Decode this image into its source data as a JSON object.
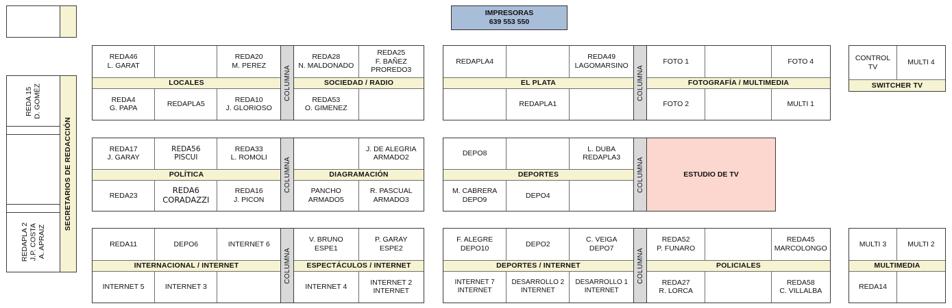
{
  "diagram": {
    "title_block": {
      "name": "IMPRESORAS",
      "numbers": "639  553  550"
    },
    "left_sidebar": {
      "top_empty_box": "",
      "label": "SECRETARIOS DE REDACCIÓN",
      "cells": [
        "REDA 15\nD. GOMÉZ",
        "",
        "",
        "",
        "REDAPLA 2\nJ.P. COSTA\nA. APRAIZ"
      ]
    },
    "groups": [
      {
        "id": "locales-sociedad",
        "divider": "COLUMNA",
        "left": {
          "label": "LOCALES",
          "top": [
            "REDA46\nL. GARAT",
            "",
            "REDA20\nM. PEREZ"
          ],
          "bottom": [
            "REDA4\nG. PAPA",
            "REDAPLA5",
            "REDA10\nJ. GLORIOSO"
          ]
        },
        "right": {
          "label": "SOCIEDAD / RADIO",
          "top": [
            "REDA28\nN. MALDONADO",
            "REDA25\nF. BAÑEZ\nPROREDO3"
          ],
          "bottom": [
            "REDA53\nO. GIMENEZ",
            ""
          ]
        }
      },
      {
        "id": "elplata-fotografia",
        "divider": "COLUMNA",
        "left": {
          "label": "EL PLATA",
          "top": [
            "REDAPLA4",
            "",
            "REDA49\nLAGOMARSINO"
          ],
          "bottom": [
            "",
            "REDAPLA1",
            ""
          ]
        },
        "right": {
          "label": "FOTOGRAFÍA / MULTIMEDIA",
          "top": [
            "FOTO 1",
            "",
            "FOTO 4"
          ],
          "bottom": [
            "FOTO 2",
            "",
            "MULTI 1"
          ]
        }
      },
      {
        "id": "switcher-tv",
        "label": "SWITCHER TV",
        "top": [
          "CONTROL TV",
          "MULTI 4"
        ]
      },
      {
        "id": "politica-diagramacion",
        "divider": "COLUMNA",
        "left": {
          "label": "POLÍTICA",
          "top": [
            "REDA17\nJ. GARAY",
            "REDA56\nPISCUI",
            "REDA33\nL. ROMOLI"
          ],
          "bottom": [
            "REDA23",
            "REDA6\nCORADAZZI",
            "REDA16\nJ. PICON"
          ]
        },
        "right": {
          "label": "DIAGRAMACIÓN",
          "top": [
            "",
            "J. DE ALEGRIA\nARMADO2"
          ],
          "bottom": [
            "PANCHO\nARMADO5",
            "R. PASCUAL\nARMADO3"
          ]
        }
      },
      {
        "id": "deportes-estudio",
        "divider": "COLUMNA",
        "left": {
          "label": "DEPORTES",
          "top": [
            "DEPO8",
            "",
            "L. DUBA\nREDAPLA3"
          ],
          "bottom": [
            "M. CABRERA\nDEPO9",
            "DEPO4",
            ""
          ]
        },
        "right": {
          "studio_label": "ESTUDIO DE TV"
        }
      },
      {
        "id": "internacional-espectaculos",
        "divider": "COLUMNA",
        "left": {
          "label": "INTERNACIONAL / INTERNET",
          "top": [
            "REDA11",
            "DEPO6",
            "INTERNET 6"
          ],
          "bottom": [
            "INTERNET 5",
            "INTERNET 3",
            ""
          ]
        },
        "right": {
          "label": "ESPECTÁCULOS / INTERNET",
          "top": [
            "V. BRUNO\nESPE1",
            "P. GARAY\nESPE2"
          ],
          "bottom": [
            "INTERNET 4",
            "INTERNET 2\nINTERNET"
          ]
        }
      },
      {
        "id": "deportes-internet-policiales",
        "divider": "COLUMNA",
        "left": {
          "label": "DEPORTES / INTERNET",
          "top": [
            "F. ALEGRE\nDEPO10",
            "DEPO2",
            "C. VEIGA\nDEPO7"
          ],
          "bottom": [
            "INTERNET 7\nINTERNET",
            "DESARROLLO 2\nINTERNET",
            "DESARROLLO 1\nINTERNET"
          ]
        },
        "right": {
          "label": "POLICIALES",
          "top": [
            "REDA52\nP. FUNARO",
            "",
            "REDA45\nMARCOLONGO"
          ],
          "bottom": [
            "REDA27\nR. LORCA",
            "",
            "REDA58\nC. VILLALBA"
          ]
        }
      },
      {
        "id": "multimedia",
        "label": "MULTIMEDIA",
        "top": [
          "MULTI 3",
          "MULTI 2"
        ],
        "bottom": [
          "REDA14",
          ""
        ]
      }
    ]
  },
  "colors": {
    "label_bar": "#f6f3d3",
    "printers": "#a8bdd8",
    "studio": "#fcd7cf",
    "divider": "#d9d9d9",
    "border": "#3a3a3a"
  }
}
